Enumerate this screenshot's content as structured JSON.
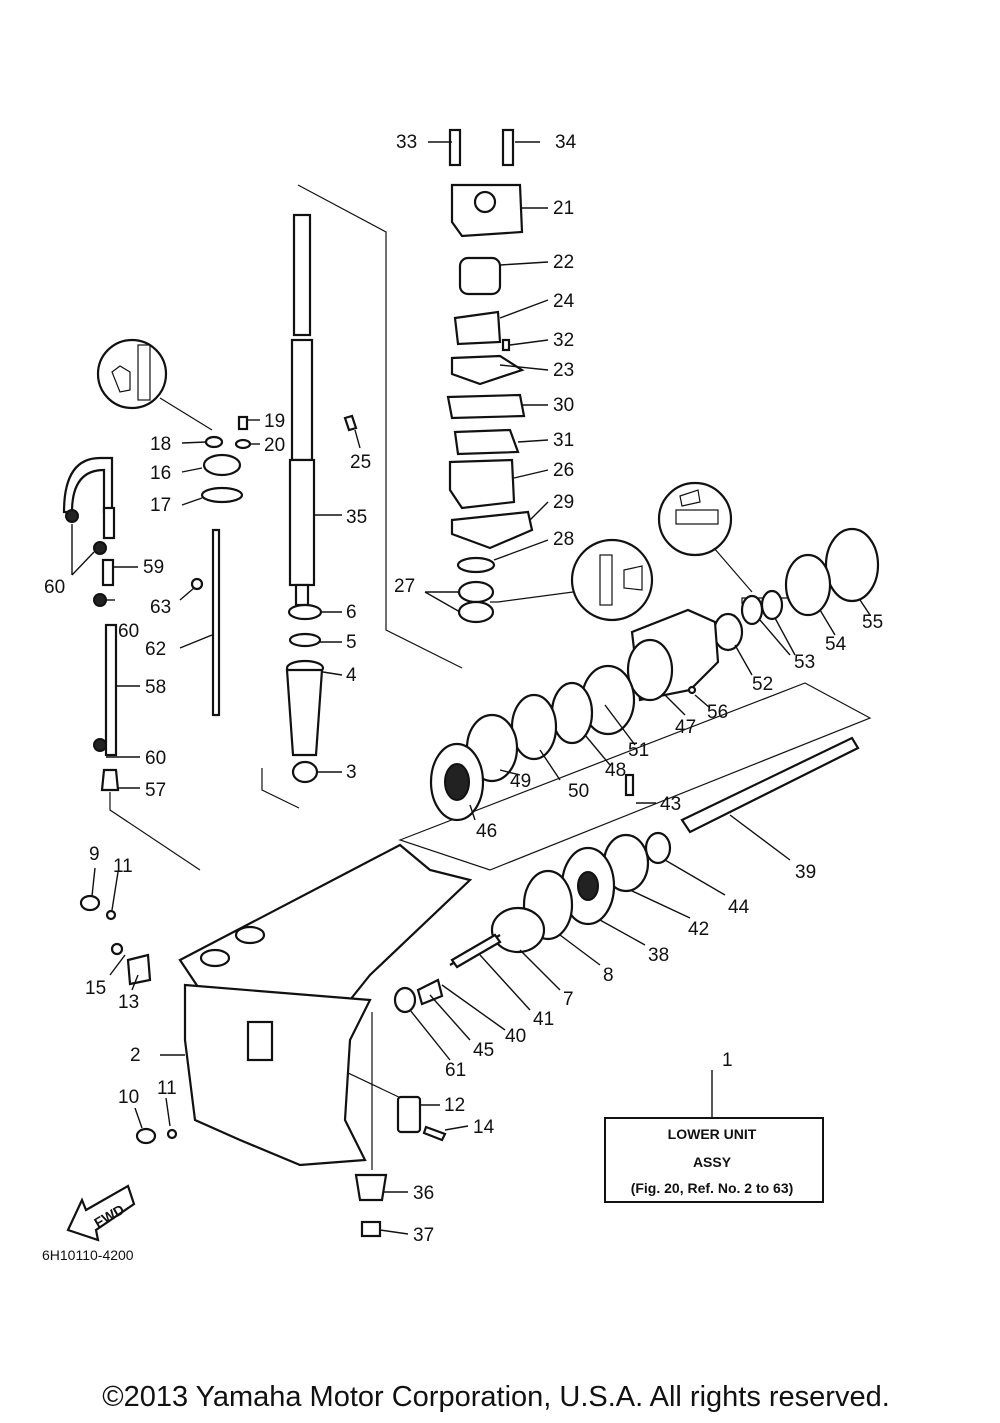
{
  "diagram_code": "6H10110-4200",
  "copyright": "©2013 Yamaha Motor Corporation, U.S.A. All rights reserved.",
  "fwd_label": "FWD",
  "assy_box": {
    "ref": "1",
    "line1": "LOWER UNIT",
    "line2": "ASSY",
    "line3": "(Fig. 20, Ref. No. 2 to 63)"
  },
  "callouts": {
    "c2": "2",
    "c3": "3",
    "c4": "4",
    "c5": "5",
    "c6": "6",
    "c7": "7",
    "c8": "8",
    "c9": "9",
    "c10": "10",
    "c11a": "11",
    "c11b": "11",
    "c12": "12",
    "c13": "13",
    "c14": "14",
    "c15": "15",
    "c16": "16",
    "c17": "17",
    "c18": "18",
    "c19": "19",
    "c20": "20",
    "c21": "21",
    "c22": "22",
    "c23": "23",
    "c24": "24",
    "c25": "25",
    "c26": "26",
    "c27": "27",
    "c28": "28",
    "c29": "29",
    "c30": "30",
    "c31": "31",
    "c32": "32",
    "c33": "33",
    "c34": "34",
    "c35": "35",
    "c36": "36",
    "c37": "37",
    "c38": "38",
    "c39": "39",
    "c40": "40",
    "c41": "41",
    "c42": "42",
    "c43": "43",
    "c44": "44",
    "c45": "45",
    "c46": "46",
    "c47": "47",
    "c48": "48",
    "c49": "49",
    "c50": "50",
    "c51": "51",
    "c52": "52",
    "c53": "53",
    "c54": "54",
    "c55": "55",
    "c56": "56",
    "c57": "57",
    "c58": "58",
    "c59": "59",
    "c60a": "60",
    "c60b": "60",
    "c60c": "60",
    "c61": "61",
    "c62": "62",
    "c63": "63"
  }
}
